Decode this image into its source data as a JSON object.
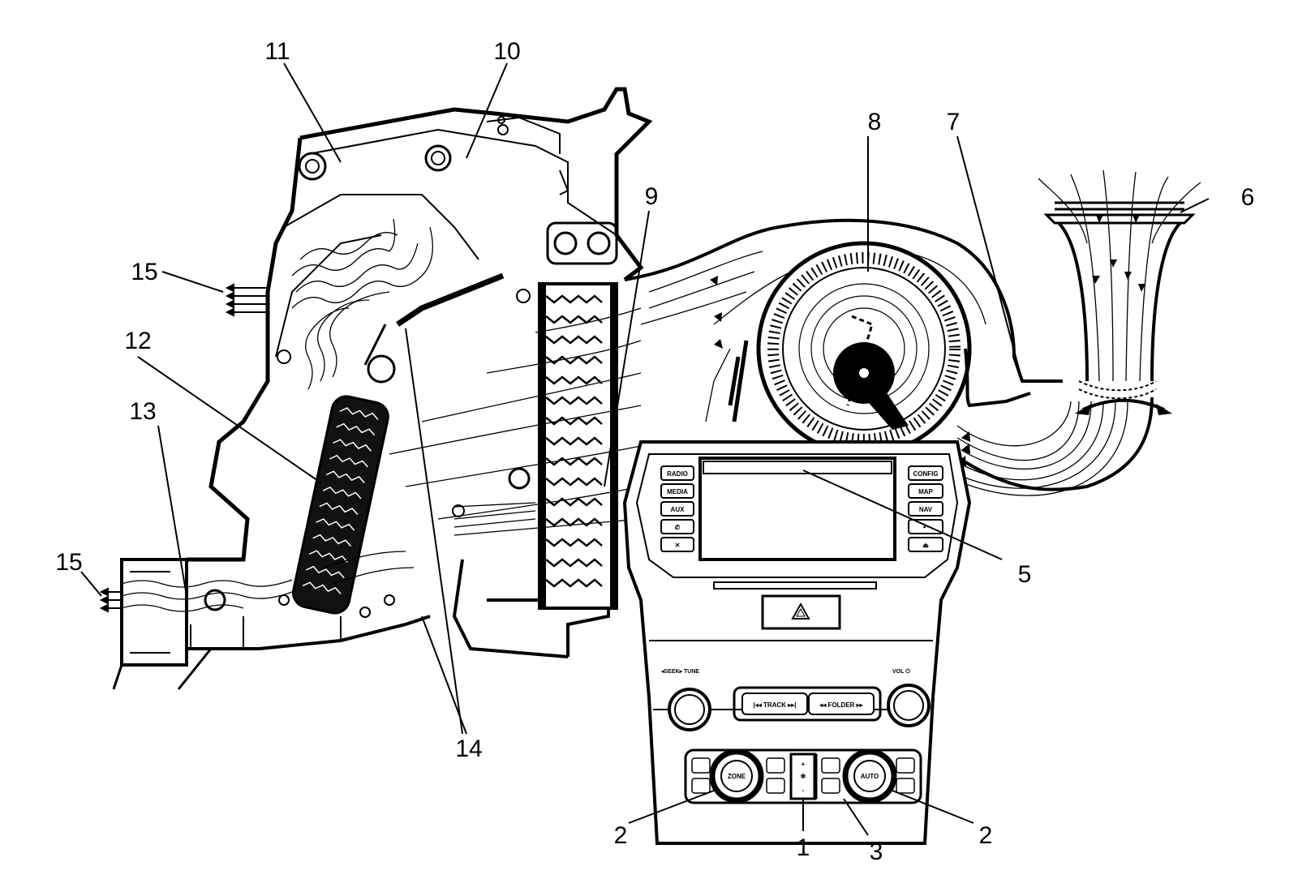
{
  "callouts": {
    "c1": "1",
    "c2a": "2",
    "c2b": "2",
    "c3": "3",
    "c5": "5",
    "c6": "6",
    "c7": "7",
    "c8": "8",
    "c9": "9",
    "c10": "10",
    "c11": "11",
    "c12": "12",
    "c13": "13",
    "c14": "14",
    "c15a": "15",
    "c15b": "15"
  },
  "radio": {
    "radio_btn": "RADIO",
    "media_btn": "MEDIA",
    "aux_btn": "AUX",
    "config_btn": "CONFIG",
    "map_btn": "MAP",
    "nav_btn": "NAV",
    "seek_tune": "◂SEEK▸ TUNE",
    "vol": "VOL ⏻",
    "track": "|◂◂ TRACK ▸▸|",
    "folder": "◂◂ FOLDER ▸▸"
  },
  "climate": {
    "zone_knob": "ZONE",
    "auto_knob": "AUTO",
    "plus": "+",
    "minus": "-"
  }
}
